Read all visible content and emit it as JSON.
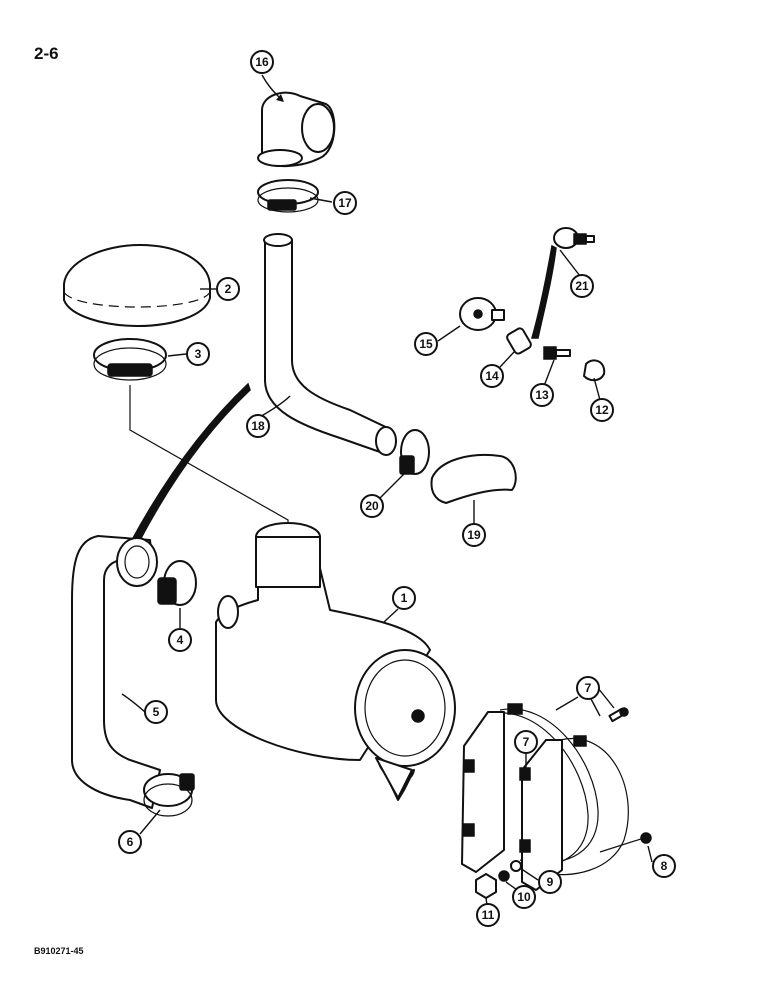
{
  "page_number": "2-6",
  "figure_code": "B910271-45",
  "callouts": [
    "1",
    "2",
    "3",
    "4",
    "5",
    "6",
    "7",
    "7",
    "8",
    "9",
    "10",
    "11",
    "12",
    "13",
    "14",
    "15",
    "16",
    "17",
    "18",
    "19",
    "20",
    "21"
  ]
}
